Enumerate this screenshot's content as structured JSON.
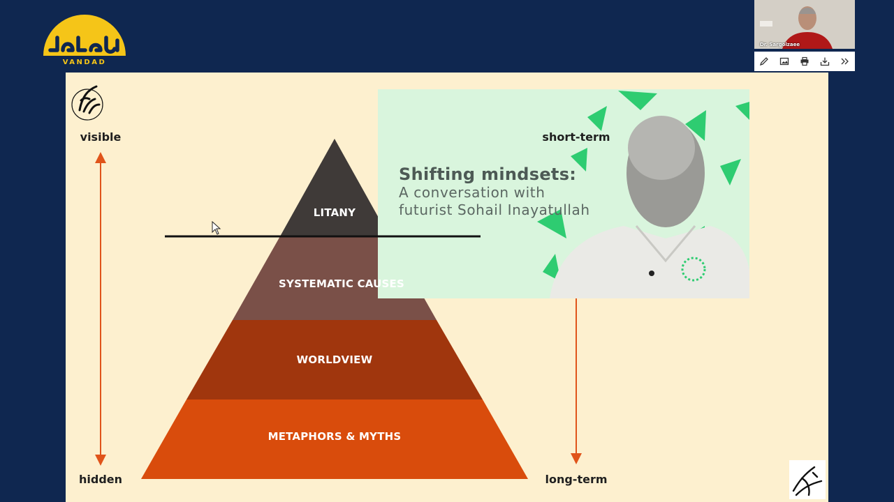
{
  "logo": {
    "wordmark": "VANDAD"
  },
  "slide": {
    "left_axis": {
      "top_label": "visible",
      "bottom_label": "hidden"
    },
    "right_axis": {
      "top_label": "short-term",
      "bottom_label": "long-term"
    },
    "pyramid_layers": [
      {
        "label": "LITANY",
        "color": "#3f3a38"
      },
      {
        "label": "SYSTEMATIC CAUSES",
        "color": "#7a5048"
      },
      {
        "label": "WORLDVIEW",
        "color": "#a0360d"
      },
      {
        "label": "METAPHORS & MYTHS",
        "color": "#d94c0c"
      }
    ],
    "arrow_color": "#e0541a",
    "video": {
      "title": "Shifting mindsets:",
      "subtitle_line1": "A conversation with",
      "subtitle_line2": "futurist Sohail Inayatullah",
      "accent_color": "#2ecc71"
    }
  },
  "meeting": {
    "participant_name": "Dr. Sargolzaee",
    "toolbar": [
      "pen-icon",
      "image-icon",
      "print-icon",
      "download-icon",
      "more-icon"
    ]
  },
  "colors": {
    "background": "#0f2750",
    "slide": "#fdf0cf",
    "logo": "#f5c518"
  }
}
